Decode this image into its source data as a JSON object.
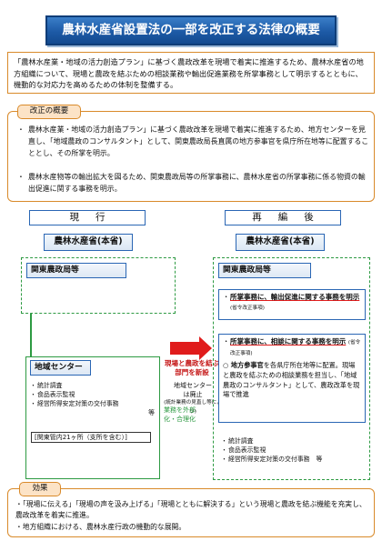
{
  "title": "農林水産省設置法の一部を改正する法律の概要",
  "purpose": "「農林水産業・地域の活力創造プラン」に基づく農政改革を現場で着実に推進するため、農林水産省の地方組織について、現場と農政を結ぶための相談業務や輸出促進業務を所掌事務として明示するとともに、機動的な対応力を高めるための体制を整備する。",
  "outline": {
    "tag": "改正の概要",
    "bullet": "・",
    "items": [
      "農林水産業・地域の活力創造プラン」に基づく農政改革を現場で着実に推進するため、地方センターを見直し、「地域農政のコンサルタント」として、関東農政局長直属の地方参事官を県庁所在地等に配置することとし、その所掌を明示。",
      "農林水産物等の輸出拡大を図るため、関東農政局等の所掌事務に、農林水産省の所掌事務に係る物資の輸出促進に関する事務を明示。"
    ]
  },
  "current": {
    "header": "現行",
    "ministry": "農林水産省(本省)",
    "bureau": "関東農政局等",
    "center": {
      "title": "地域センター",
      "tasks": [
        "統計調査",
        "食品表示監視",
        "経営所得安定対策の交付事務"
      ],
      "tasks_suffix": "等",
      "offices": "[関東管内21ヶ所（支所を含む）]"
    }
  },
  "middle": {
    "arrow_note": "現場と農政を結ぶ部門を新設",
    "abolish_main": "地域センター",
    "abolish_sub": "は廃止",
    "abolish_small": "(統計業務の見直し等により)",
    "outsource": "業務を外部化・合理化"
  },
  "after": {
    "header": "再編後",
    "ministry": "農林水産省(本省)",
    "bureau": "関東農政局等",
    "export_branch": {
      "bullet": "・",
      "text": "所掌事務に、輸出促進に関する事務を明示",
      "small": "(省令改正事項)"
    },
    "consult_branch": {
      "bullet": "・",
      "text": "所掌事務に、相談に関する事務を明示",
      "small": "(省令改正事項)",
      "body_bold": "○ 地方参事官",
      "body": "を各県庁所在地等に配置。現場と農政を結ぶための相談業務を担当し、「地域農政のコンサルタント」として、農政改革を現場で推進"
    },
    "tasks": [
      "統計調査",
      "食品表示監視",
      "経営所得安定対策の交付事務　等"
    ]
  },
  "effects": {
    "tag": "効果",
    "items": [
      "・「現場に伝える」「現場の声を汲み上げる」「現場とともに解決する」という現場と農政を結ぶ機能を充実し、農政改革を着実に推進。",
      "・地方組織における、農林水産行政の機動的な展開。"
    ]
  },
  "colors": {
    "accent_blue": "#1d5aa6",
    "frame_orange": "#d98a2a",
    "region_green": "#2d9a42",
    "arrow_red": "#e01c1c"
  }
}
